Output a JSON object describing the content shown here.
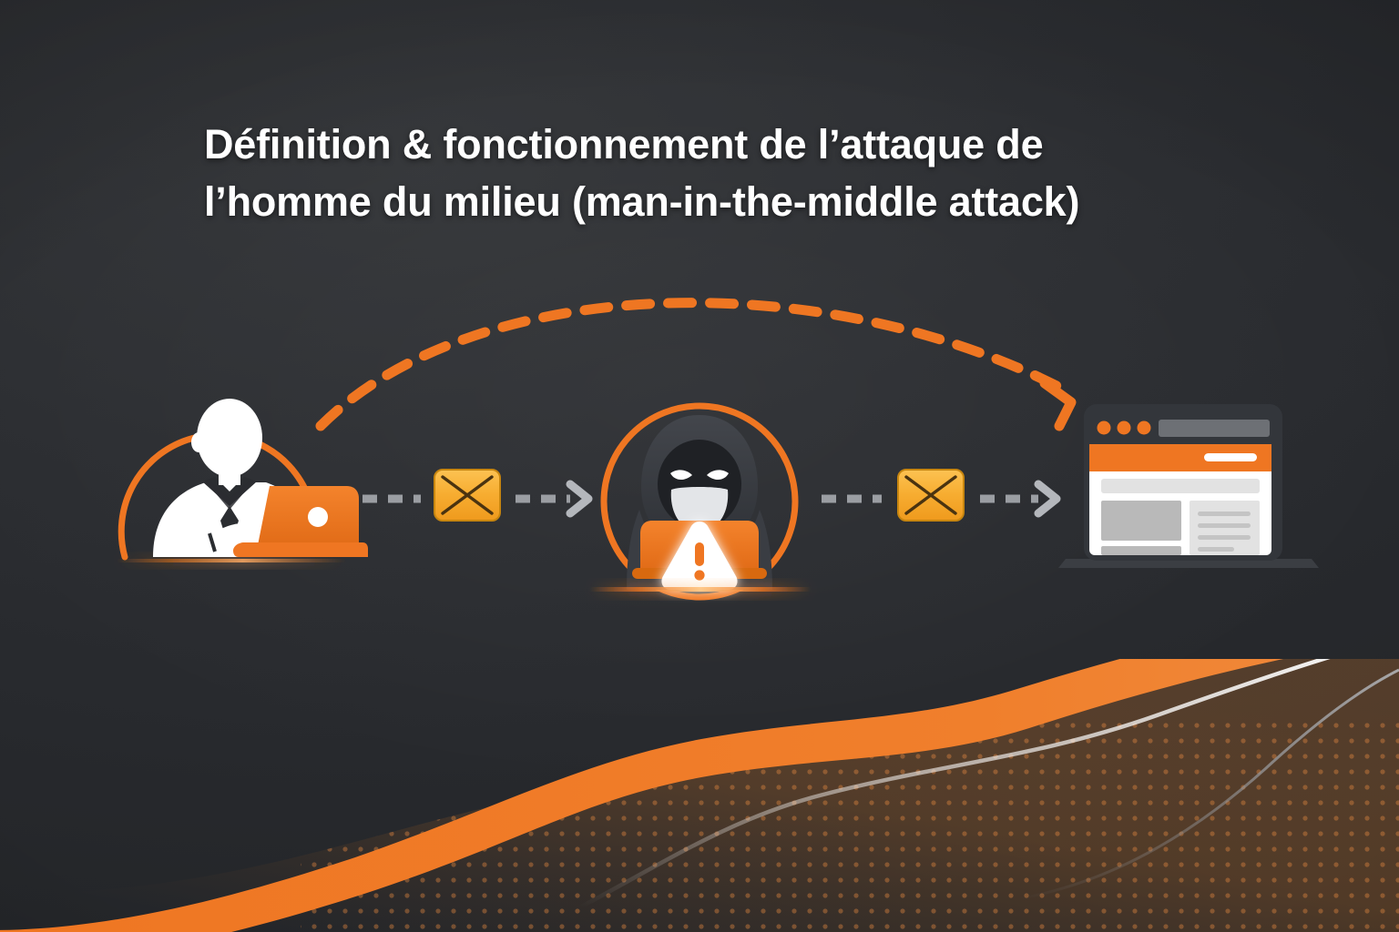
{
  "page": {
    "background_color": "#2b2d31",
    "accent_color": "#ef7622",
    "envelope_color": "#f5a623",
    "arrow_color": "#9b9ea3",
    "text_color": "#ffffff"
  },
  "title": {
    "line1": "Définition & fonctionnement de l’attaque de",
    "line2": "l’homme du milieu (man-in-the-middle attack)"
  },
  "diagram": {
    "nodes": [
      {
        "id": "victim",
        "label": "user-at-laptop",
        "icon": "person-laptop-icon",
        "ring": true,
        "ring_color": "#ef7622"
      },
      {
        "id": "attacker",
        "label": "hacker-in-the-middle",
        "icon": "hacker-hoodie-icon",
        "ring": true,
        "ring_color": "#ef7622",
        "badge": "warning-triangle-icon"
      },
      {
        "id": "server",
        "label": "target-website",
        "icon": "browser-window-icon",
        "ring": false
      }
    ],
    "messages": [
      {
        "id": "msg-1",
        "icon": "envelope-icon",
        "between": [
          "victim",
          "attacker"
        ]
      },
      {
        "id": "msg-2",
        "icon": "envelope-icon",
        "between": [
          "attacker",
          "server"
        ]
      }
    ],
    "flows": [
      {
        "id": "flow-victim-attacker",
        "style": "dashed",
        "color": "#9b9ea3",
        "direction": "right"
      },
      {
        "id": "flow-attacker-server",
        "style": "dashed",
        "color": "#9b9ea3",
        "direction": "right"
      },
      {
        "id": "flow-intended-direct",
        "style": "dashed-arc",
        "color": "#ef7622",
        "direction": "right"
      }
    ],
    "browser": {
      "dots": [
        "#ef7622",
        "#ef7622",
        "#ef7622"
      ],
      "url_bar_color": "#6d7075",
      "nav_band_color": "#ef7622",
      "nav_pill_color": "#ffffff",
      "page_color": "#ffffff"
    }
  },
  "decoration": {
    "wave_orange": "#ef7622",
    "wave_white": "#ffffff",
    "wave_gray": "#8d9096",
    "halftone_dots": true
  }
}
